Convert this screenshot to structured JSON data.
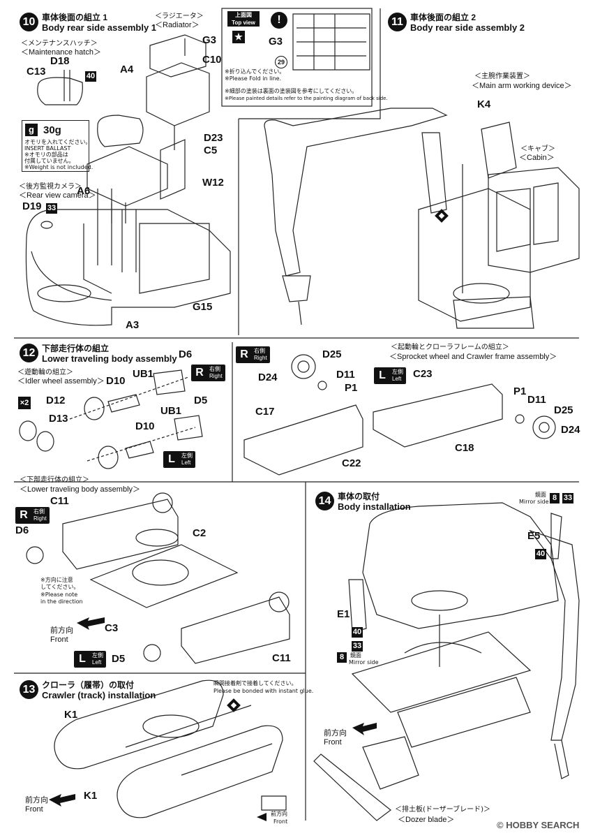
{
  "steps": {
    "s10": {
      "num": "10",
      "title_jp": "車体後面の組立 1",
      "title_en": "Body rear side assembly 1"
    },
    "s11": {
      "num": "11",
      "title_jp": "車体後面の組立 2",
      "title_en": "Body rear side assembly 2"
    },
    "s12": {
      "num": "12",
      "title_jp": "下部走行体の組立",
      "title_en": "Lower traveling body assembly"
    },
    "s13": {
      "num": "13",
      "title_jp": "クローラ（履帯）の取付",
      "title_en": "Crawler (track) installation"
    },
    "s14": {
      "num": "14",
      "title_jp": "車体の取付",
      "title_en": "Body installation"
    }
  },
  "s10": {
    "radiator_jp": "＜ラジエータ＞",
    "radiator_en": "＜Radiator＞",
    "hatch_jp": "＜メンテナンスハッチ＞",
    "hatch_en": "＜Maintenance hatch＞",
    "camera_jp": "＜後方監視カメラ＞",
    "camera_en": "＜Rear view camera＞",
    "ballast_weight": "30g",
    "ballast_icon": "g",
    "ballast_lines": [
      "オモリを入れてください。",
      "INSERT BALLAST",
      "※オモリの部品は",
      "付属していません。",
      "※Weight is not included."
    ],
    "parts": {
      "g3": "G3",
      "c10": "C10",
      "a4": "A4",
      "d18": "D18",
      "c13": "C13",
      "d23": "D23",
      "c5": "C5",
      "w12": "W12",
      "a6": "A6",
      "d19": "D19",
      "g15": "G15",
      "a3": "A3"
    },
    "paint_40": "40",
    "paint_33": "33"
  },
  "topview": {
    "label_jp": "上面図",
    "label_en": "Top view",
    "part": "G3",
    "paint": "29",
    "notes": [
      "※折り込んでください。",
      "※Please Fold in line.",
      "※細部の塗装は裏面の塗装図を参考にしてください。",
      "※Please painted details refer to the painting diagram of back side."
    ]
  },
  "s11": {
    "arm_jp": "＜主腕作業装置＞",
    "arm_en": "＜Main arm working device＞",
    "cabin_jp": "＜キャブ＞",
    "cabin_en": "＜Cabin＞",
    "part_k4": "K4"
  },
  "s12": {
    "idler_jp": "＜遊動輪の組立＞",
    "idler_en": "＜Idler wheel assembly＞",
    "x2": "×2",
    "sprocket_jp": "＜起動輪とクローラフレームの組立＞",
    "sprocket_en": "＜Sprocket wheel and Crawler frame assembly＞",
    "lower_jp": "＜下部走行体の組立＞",
    "lower_en": "＜Lower traveling body assembly＞",
    "right_key": "R",
    "right_jp": "右側",
    "right_en": "Right",
    "left_key": "L",
    "left_jp": "左側",
    "left_en": "Left",
    "note_lines": [
      "※方向に注意",
      "してください。",
      "※Please note",
      "in the direction"
    ],
    "front_jp": "前方向",
    "front_en": "Front",
    "parts": {
      "d6": "D6",
      "ub1": "UB1",
      "d10": "D10",
      "d12": "D12",
      "d13": "D13",
      "d5": "D5",
      "d25": "D25",
      "d24": "D24",
      "d11": "D11",
      "p1": "P1",
      "c17": "C17",
      "c22": "C22",
      "c23": "C23",
      "c18": "C18",
      "c11": "C11",
      "c2": "C2",
      "c3": "C3"
    }
  },
  "s13": {
    "glue_jp": "瞬間接着剤で接着してください。",
    "glue_en": "Please be bonded with instant glue.",
    "part_k1": "K1",
    "front_jp": "前方向",
    "front_en": "Front"
  },
  "s14": {
    "mirror_jp": "鏡面",
    "mirror_en": "Mirror side",
    "paint_8": "8",
    "paint_33": "33",
    "paint_40": "40",
    "part_e5": "E5",
    "part_e1": "E1",
    "front_jp": "前方向",
    "front_en": "Front",
    "dozer_jp": "＜排土板(ドーザーブレード)＞",
    "dozer_en": "＜Dozer blade＞"
  },
  "watermark": "© HOBBY SEARCH"
}
